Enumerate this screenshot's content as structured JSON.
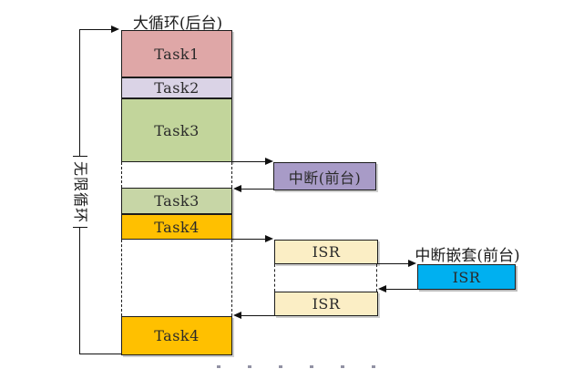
{
  "title": "大循环(后台)",
  "loop": {
    "label": "无限循环"
  },
  "stack": {
    "tasks": {
      "t1": "Task1",
      "t2": "Task2",
      "t3": "Task3",
      "t3b": "Task3",
      "t4": "Task4",
      "t4b": "Task4"
    }
  },
  "interrupt": {
    "label": "中断(前台)"
  },
  "isr": {
    "first": "ISR",
    "second": "ISR"
  },
  "nested": {
    "title": "中断嵌套(前台)",
    "label": "ISR"
  },
  "colors": {
    "task1": "#DFA7A7",
    "task2": "#DAD3E6",
    "task3": "#C2D59B",
    "task3b": "#C7D6A6",
    "task4": "#FFC000",
    "interrupt": "#A89BC7",
    "isr": "#FBEEC5",
    "nested_isr": "#00B0F0",
    "line": "#111111"
  }
}
